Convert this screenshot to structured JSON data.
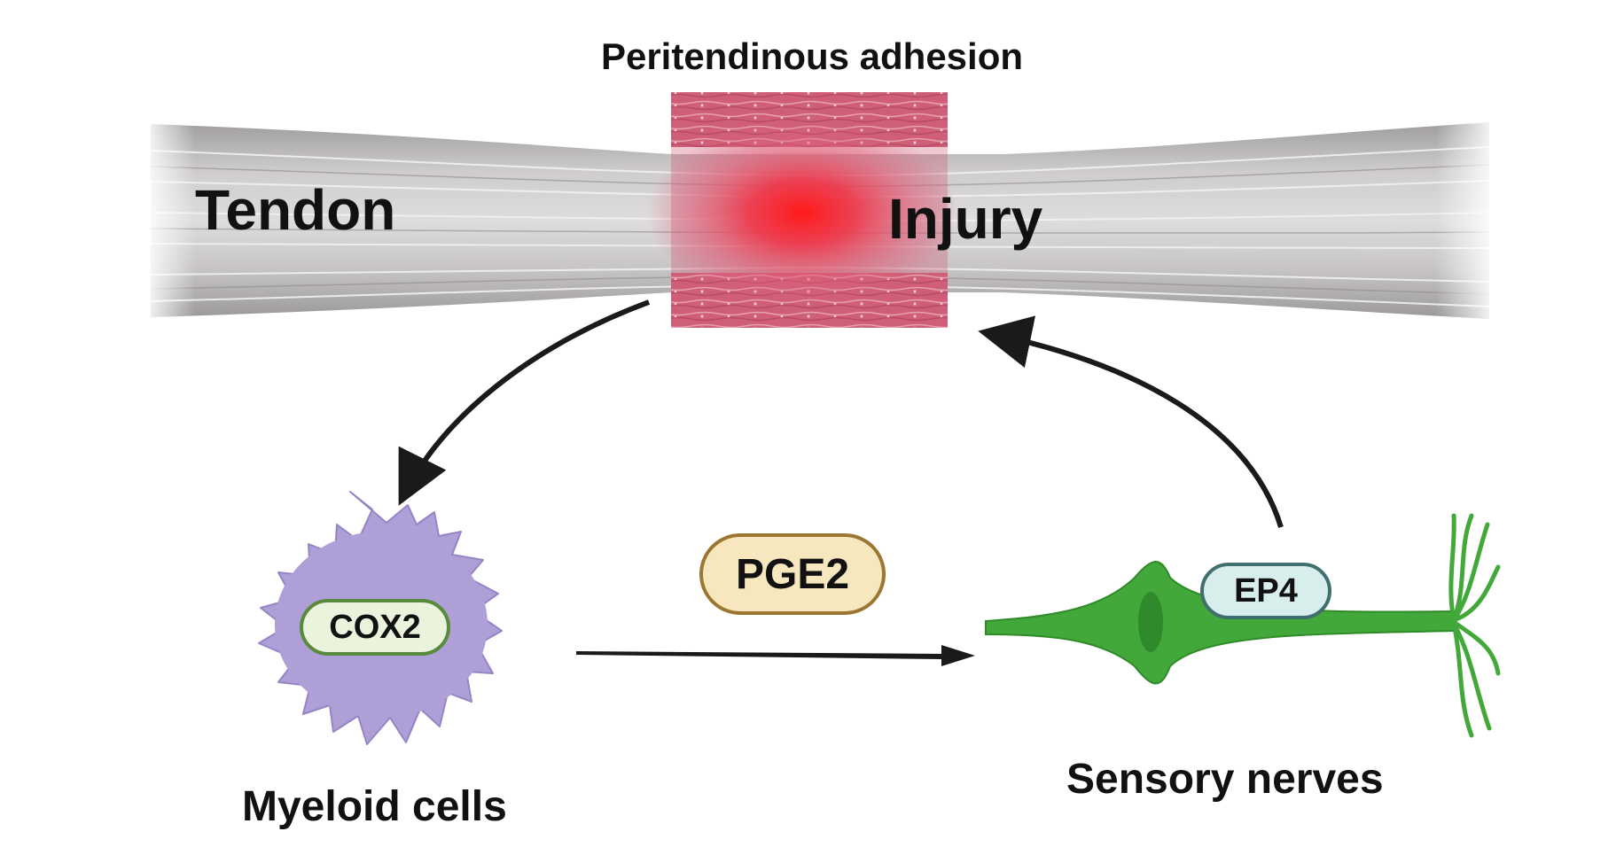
{
  "title": "Peritendinous adhesion",
  "labels": {
    "tendon": "Tendon",
    "injury": "Injury",
    "myeloid": "Myeloid cells",
    "sensory": "Sensory nerves"
  },
  "pills": {
    "cox2": "COX2",
    "pge2": "PGE2",
    "ep4": "EP4"
  },
  "colors": {
    "tendon": "#c2bfc0",
    "adhesion": "#cf5f78",
    "injury": "#e8202b",
    "myeloid_cell": "#ae9fd6",
    "cox2_fill": "#eaf3dc",
    "cox2_border": "#5a8a3c",
    "pge2_fill": "#f6e7bf",
    "pge2_border": "#9c7630",
    "ep4_fill": "#d8eeec",
    "ep4_border": "#3f6f6f",
    "neuron": "#43a83a",
    "arrow": "#1a1a1a"
  }
}
